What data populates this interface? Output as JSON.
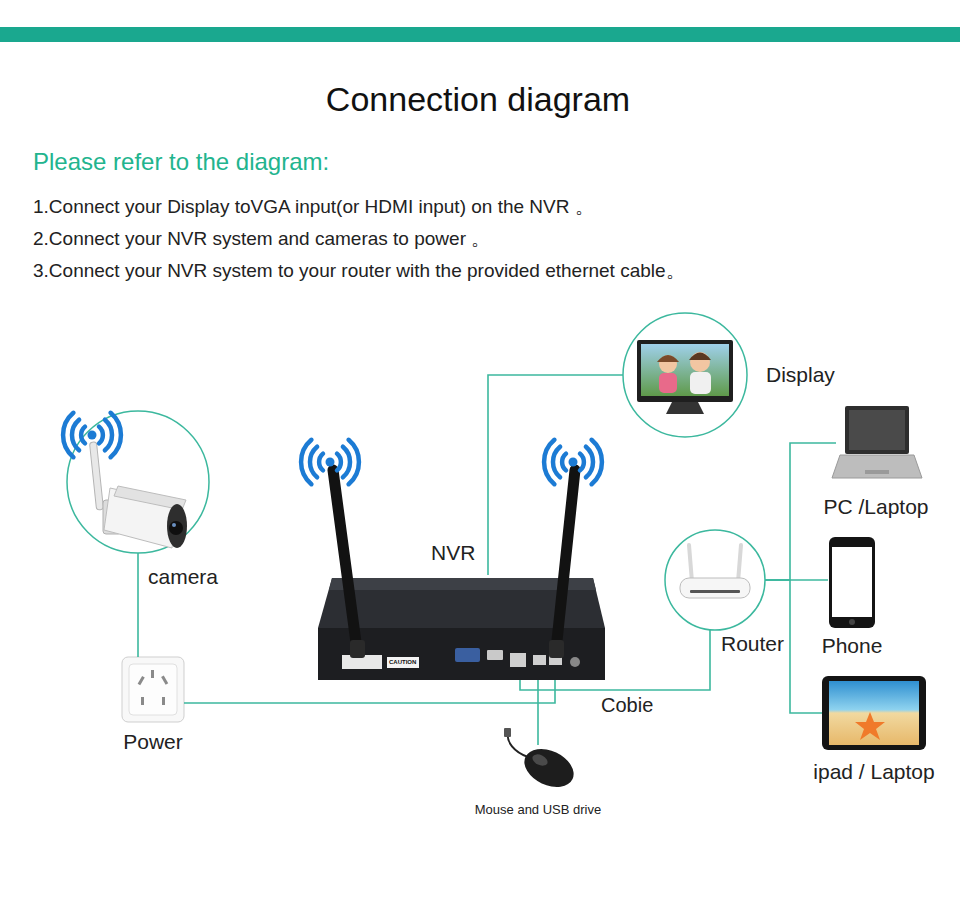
{
  "diagram": {
    "title": "Connection diagram",
    "nodes": [
      {
        "text": [
          "Display"
        ]
      },
      {
        "text": [
          "camera"
        ]
      },
      {
        "text": [
          "NVR"
        ]
      },
      {
        "text": [
          "PC /Laptop"
        ]
      },
      {
        "text": [
          "Router"
        ]
      },
      {
        "text": [
          "Phone"
        ]
      },
      {
        "text": [
          "Power"
        ]
      },
      {
        "text": [
          "ipad / Laptop"
        ]
      },
      {
        "text": [
          "Mouse and USB drive"
        ]
      }
    ],
    "edges": [
      {
        "from": 1,
        "to": 6,
        "arrow": "none"
      },
      {
        "from": 6,
        "to": 2,
        "arrow": "none"
      },
      {
        "from": 2,
        "to": 0,
        "arrow": "none"
      },
      {
        "from": 2,
        "to": 4,
        "label": "Cobie",
        "arrow": "none"
      },
      {
        "from": 2,
        "to": 8,
        "arrow": "none"
      },
      {
        "from": 4,
        "to": 3,
        "arrow": "none"
      },
      {
        "from": 4,
        "to": 5,
        "arrow": "none"
      },
      {
        "from": 4,
        "to": 7,
        "arrow": "none"
      }
    ],
    "labels": [
      "Please refer to the diagram:",
      "1.Connect your Display toVGA input(or HDMI input) on the NVR 。",
      "2.Connect your NVR system and cameras to power 。",
      "3.Connect your NVR system to your router with the provided ethernet cable。",
      "CAUTION"
    ]
  }
}
